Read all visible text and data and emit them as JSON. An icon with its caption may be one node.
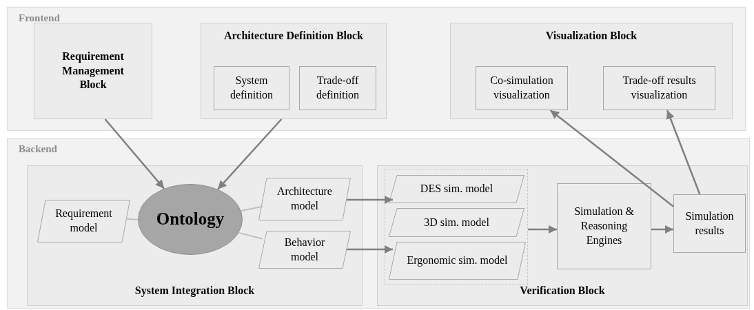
{
  "diagram": {
    "nodes": [
      {
        "text": [
          "Frontend"
        ]
      },
      {
        "text": [
          "Requirement Management Block"
        ],
        "in": 0
      },
      {
        "text": [
          "Architecture Definition Block"
        ],
        "in": 0
      },
      {
        "text": [
          "System definition"
        ],
        "in": 2
      },
      {
        "text": [
          "Trade-off definition"
        ],
        "in": 2
      },
      {
        "text": [
          "Visualization Block"
        ],
        "in": 0
      },
      {
        "text": [
          "Co-simulation visualization"
        ],
        "in": 5
      },
      {
        "text": [
          "Trade-off results visualization"
        ],
        "in": 5
      },
      {
        "text": [
          "Backend"
        ]
      },
      {
        "text": [
          "System Integration Block"
        ],
        "in": 8
      },
      {
        "text": [
          "Requirement model"
        ],
        "in": 9
      },
      {
        "text": [
          "Ontology"
        ],
        "in": 9
      },
      {
        "text": [
          "Architecture model"
        ],
        "in": 9
      },
      {
        "text": [
          "Behavior model"
        ],
        "in": 9
      },
      {
        "text": [
          "Verification Block"
        ],
        "in": 8
      },
      {
        "text": [],
        "shape": "box",
        "in": 14
      },
      {
        "text": [
          "DES sim. model"
        ],
        "in": 15
      },
      {
        "text": [
          "3D sim. model"
        ],
        "in": 15
      },
      {
        "text": [
          "Ergonomic sim. model"
        ],
        "in": 15
      },
      {
        "text": [
          "Simulation & Reasoning Engines"
        ],
        "in": 14
      },
      {
        "text": [
          "Simulation results"
        ],
        "in": 14
      }
    ],
    "edges": [
      {
        "from": 1,
        "to": 11,
        "arrow": "to"
      },
      {
        "from": 2,
        "to": 11,
        "arrow": "to"
      },
      {
        "from": 10,
        "to": 11,
        "arrow": "none",
        "color": "#c0c0c0"
      },
      {
        "from": 11,
        "to": 12,
        "arrow": "none",
        "color": "#c0c0c0"
      },
      {
        "from": 11,
        "to": 13,
        "arrow": "none",
        "color": "#c0c0c0"
      },
      {
        "from": 12,
        "to": 16,
        "arrow": "to"
      },
      {
        "from": 13,
        "to": 18,
        "arrow": "to"
      },
      {
        "from": 15,
        "to": 19,
        "arrow": "to"
      },
      {
        "from": 19,
        "to": 20,
        "arrow": "to"
      },
      {
        "from": 20,
        "to": 6,
        "arrow": "to"
      },
      {
        "from": 20,
        "to": 7,
        "arrow": "to"
      }
    ]
  }
}
